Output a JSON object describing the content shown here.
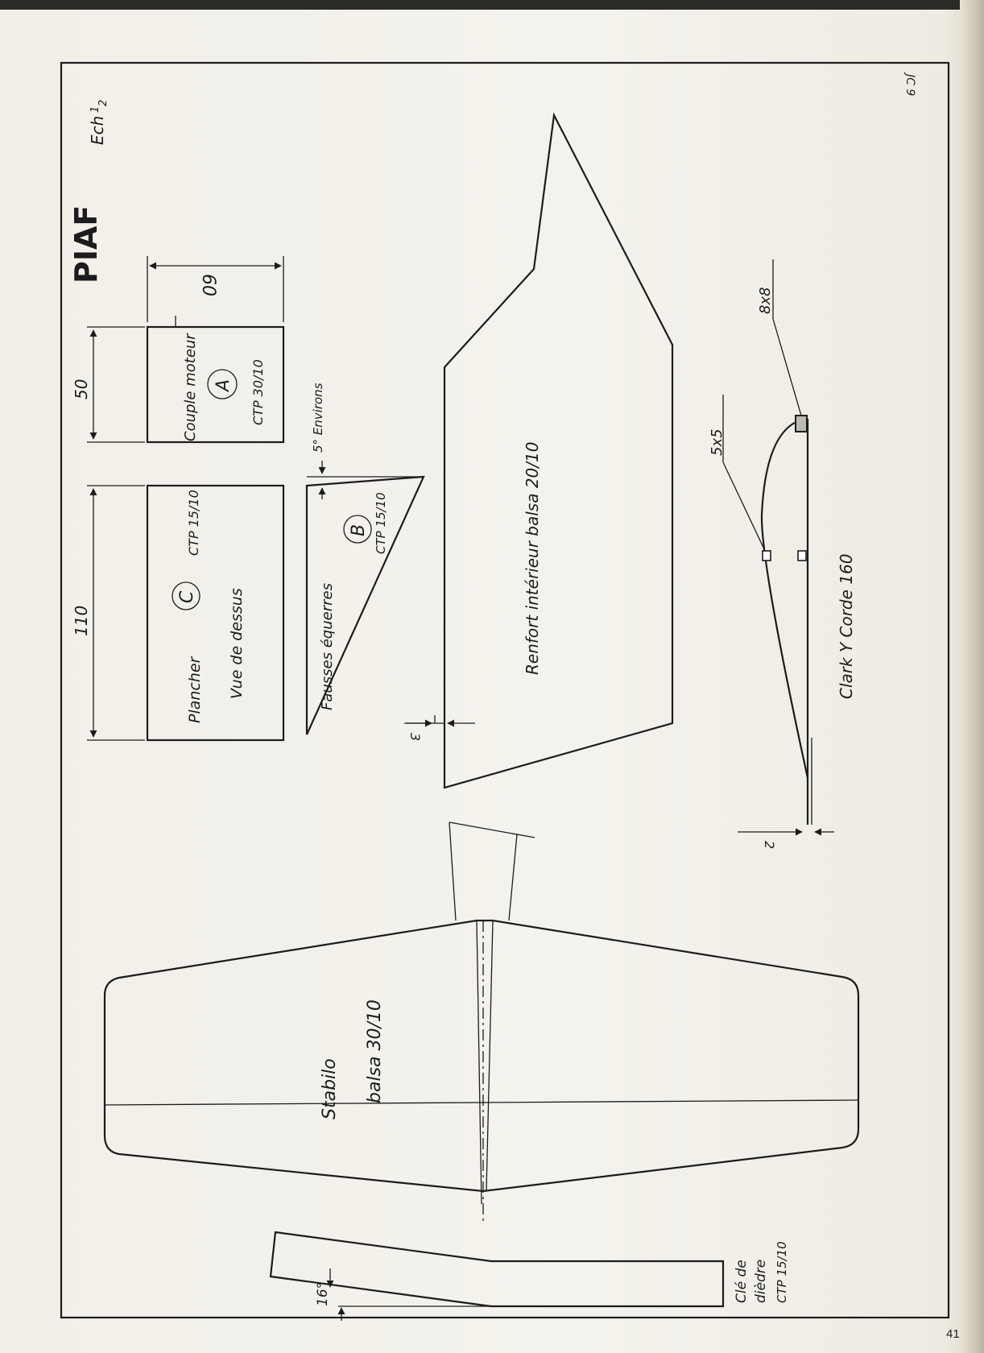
{
  "title": "PIAF",
  "scale_label": "Ech",
  "scale_num": "1",
  "scale_den": "2",
  "signature": "JC 9",
  "page_number": "41",
  "parts": {
    "couple_moteur": {
      "name": "Couple moteur",
      "letter": "A",
      "material": "CTP 30/10"
    },
    "plancher": {
      "name": "Plancher",
      "letter": "C",
      "material": "CTP 15/10",
      "view": "Vue de dessus"
    },
    "fausses_equerres": {
      "name": "Fausses équerres",
      "letter": "B",
      "material": "CTP 15/10",
      "angle": "5° Environs"
    },
    "renfort": {
      "name": "Renfort intérieur balsa 20/10"
    },
    "stabilo": {
      "name": "Stabilo",
      "material": "balsa 30/10"
    },
    "cle_diedre": {
      "name_line1": "Clé de",
      "name_line2": "dièdre",
      "material": "CTP 15/10",
      "angle": "16°"
    },
    "profile": {
      "name": "Clark Y Corde 160",
      "spar_small": "5x5",
      "spar_large": "8x8",
      "trailing": "2"
    }
  },
  "dimensions": {
    "a_height": "50",
    "a_width": "60",
    "c_length": "110",
    "renfort_gap": "3"
  }
}
